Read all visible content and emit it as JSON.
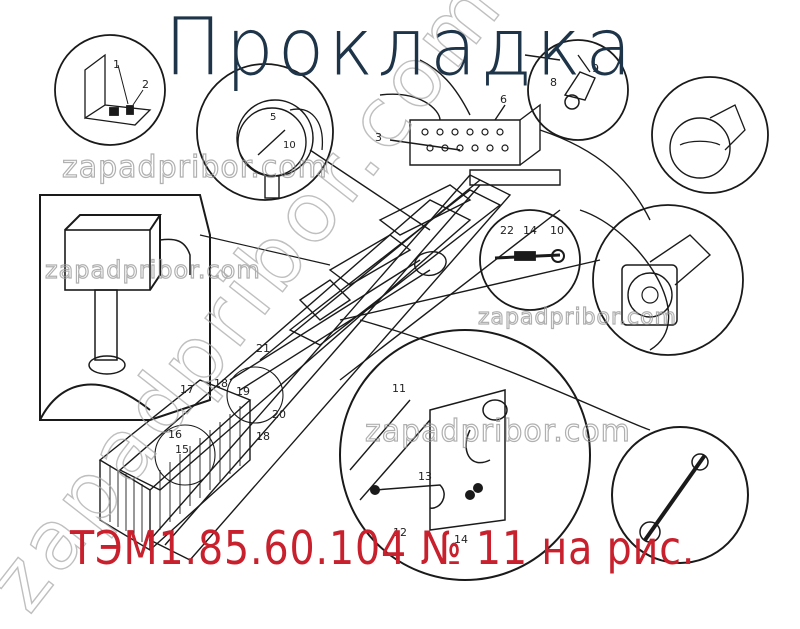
{
  "title": "Прокладка",
  "caption": "ТЭМ1.85.60.104  № 11 на рис.",
  "watermark": {
    "text": "zapadpribor.com",
    "diagonal_text": "zapadpribor.com"
  },
  "colors": {
    "title": "#1e3448",
    "caption": "#c8202c",
    "line": "#1a1a1a",
    "watermark": "#9a9a9a"
  },
  "callouts": {
    "c1": "1",
    "c2": "2",
    "c3": "3",
    "c6": "6",
    "c8": "8",
    "c9": "9",
    "c10a": "10",
    "c14a": "14",
    "c22": "22",
    "c11": "11",
    "c12": "12",
    "c13": "13",
    "c14b": "14",
    "c15": "15",
    "c16": "16",
    "c17": "17",
    "c18a": "18",
    "c18b": "18",
    "c19": "19",
    "c20": "20",
    "c21": "21"
  },
  "gauges": {
    "pressure_gauge": {
      "mark_mid": "5",
      "mark_max": "10"
    }
  }
}
